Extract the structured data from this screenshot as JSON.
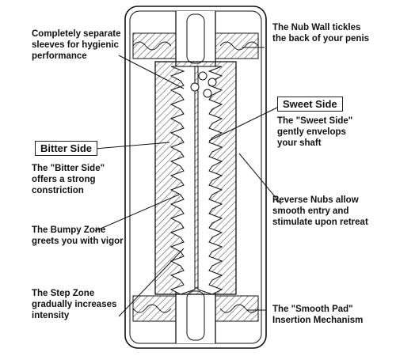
{
  "callouts": {
    "separate_sleeves": [
      "Completely separate",
      "sleeves for hygienic",
      "performance"
    ],
    "nub_wall": [
      "The Nub Wall tickles",
      "the back of your penis"
    ],
    "sweet_side_title": "Sweet Side",
    "sweet_side_desc": [
      "The \"Sweet Side\"",
      "gently envelops",
      "your shaft"
    ],
    "bitter_side_title": "Bitter Side",
    "bitter_side_desc": [
      "The \"Bitter Side\"",
      "offers a strong",
      "constriction"
    ],
    "reverse_nubs": [
      "Reverse Nubs allow",
      "smooth entry and",
      "stimulate upon retreat"
    ],
    "bumpy_zone": [
      "The Bumpy Zone",
      "greets you with vigor"
    ],
    "step_zone": [
      "The Step Zone",
      "gradually increases",
      "intensity"
    ],
    "smooth_pad": [
      "The \"Smooth Pad\"",
      "Insertion Mechanism"
    ]
  },
  "colors": {
    "line": "#111111",
    "hatch": "#555555",
    "background": "#ffffff"
  }
}
